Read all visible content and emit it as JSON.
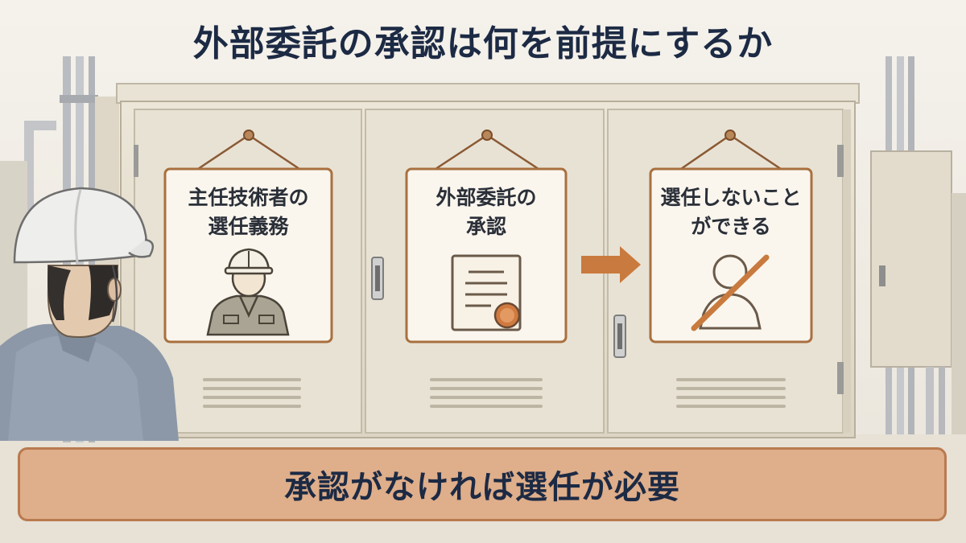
{
  "title": "外部委託の承認は何を前提にするか",
  "signs": [
    {
      "lines": [
        "主任技術者の",
        "選任義務"
      ],
      "icon": "worker-icon"
    },
    {
      "lines": [
        "外部委託の",
        "承認"
      ],
      "icon": "document-seal-icon"
    },
    {
      "lines": [
        "選任しないこと",
        "ができる"
      ],
      "icon": "person-slash-icon"
    }
  ],
  "banner": {
    "text": "承認がなければ選任が必要"
  },
  "colors": {
    "title": "#1c2a44",
    "sign_border": "#a9703f",
    "banner_fill": "#dfae8a",
    "banner_border": "#b97a4f",
    "arrow": "#c97a3e",
    "cabinet": "#e6dfcf"
  }
}
